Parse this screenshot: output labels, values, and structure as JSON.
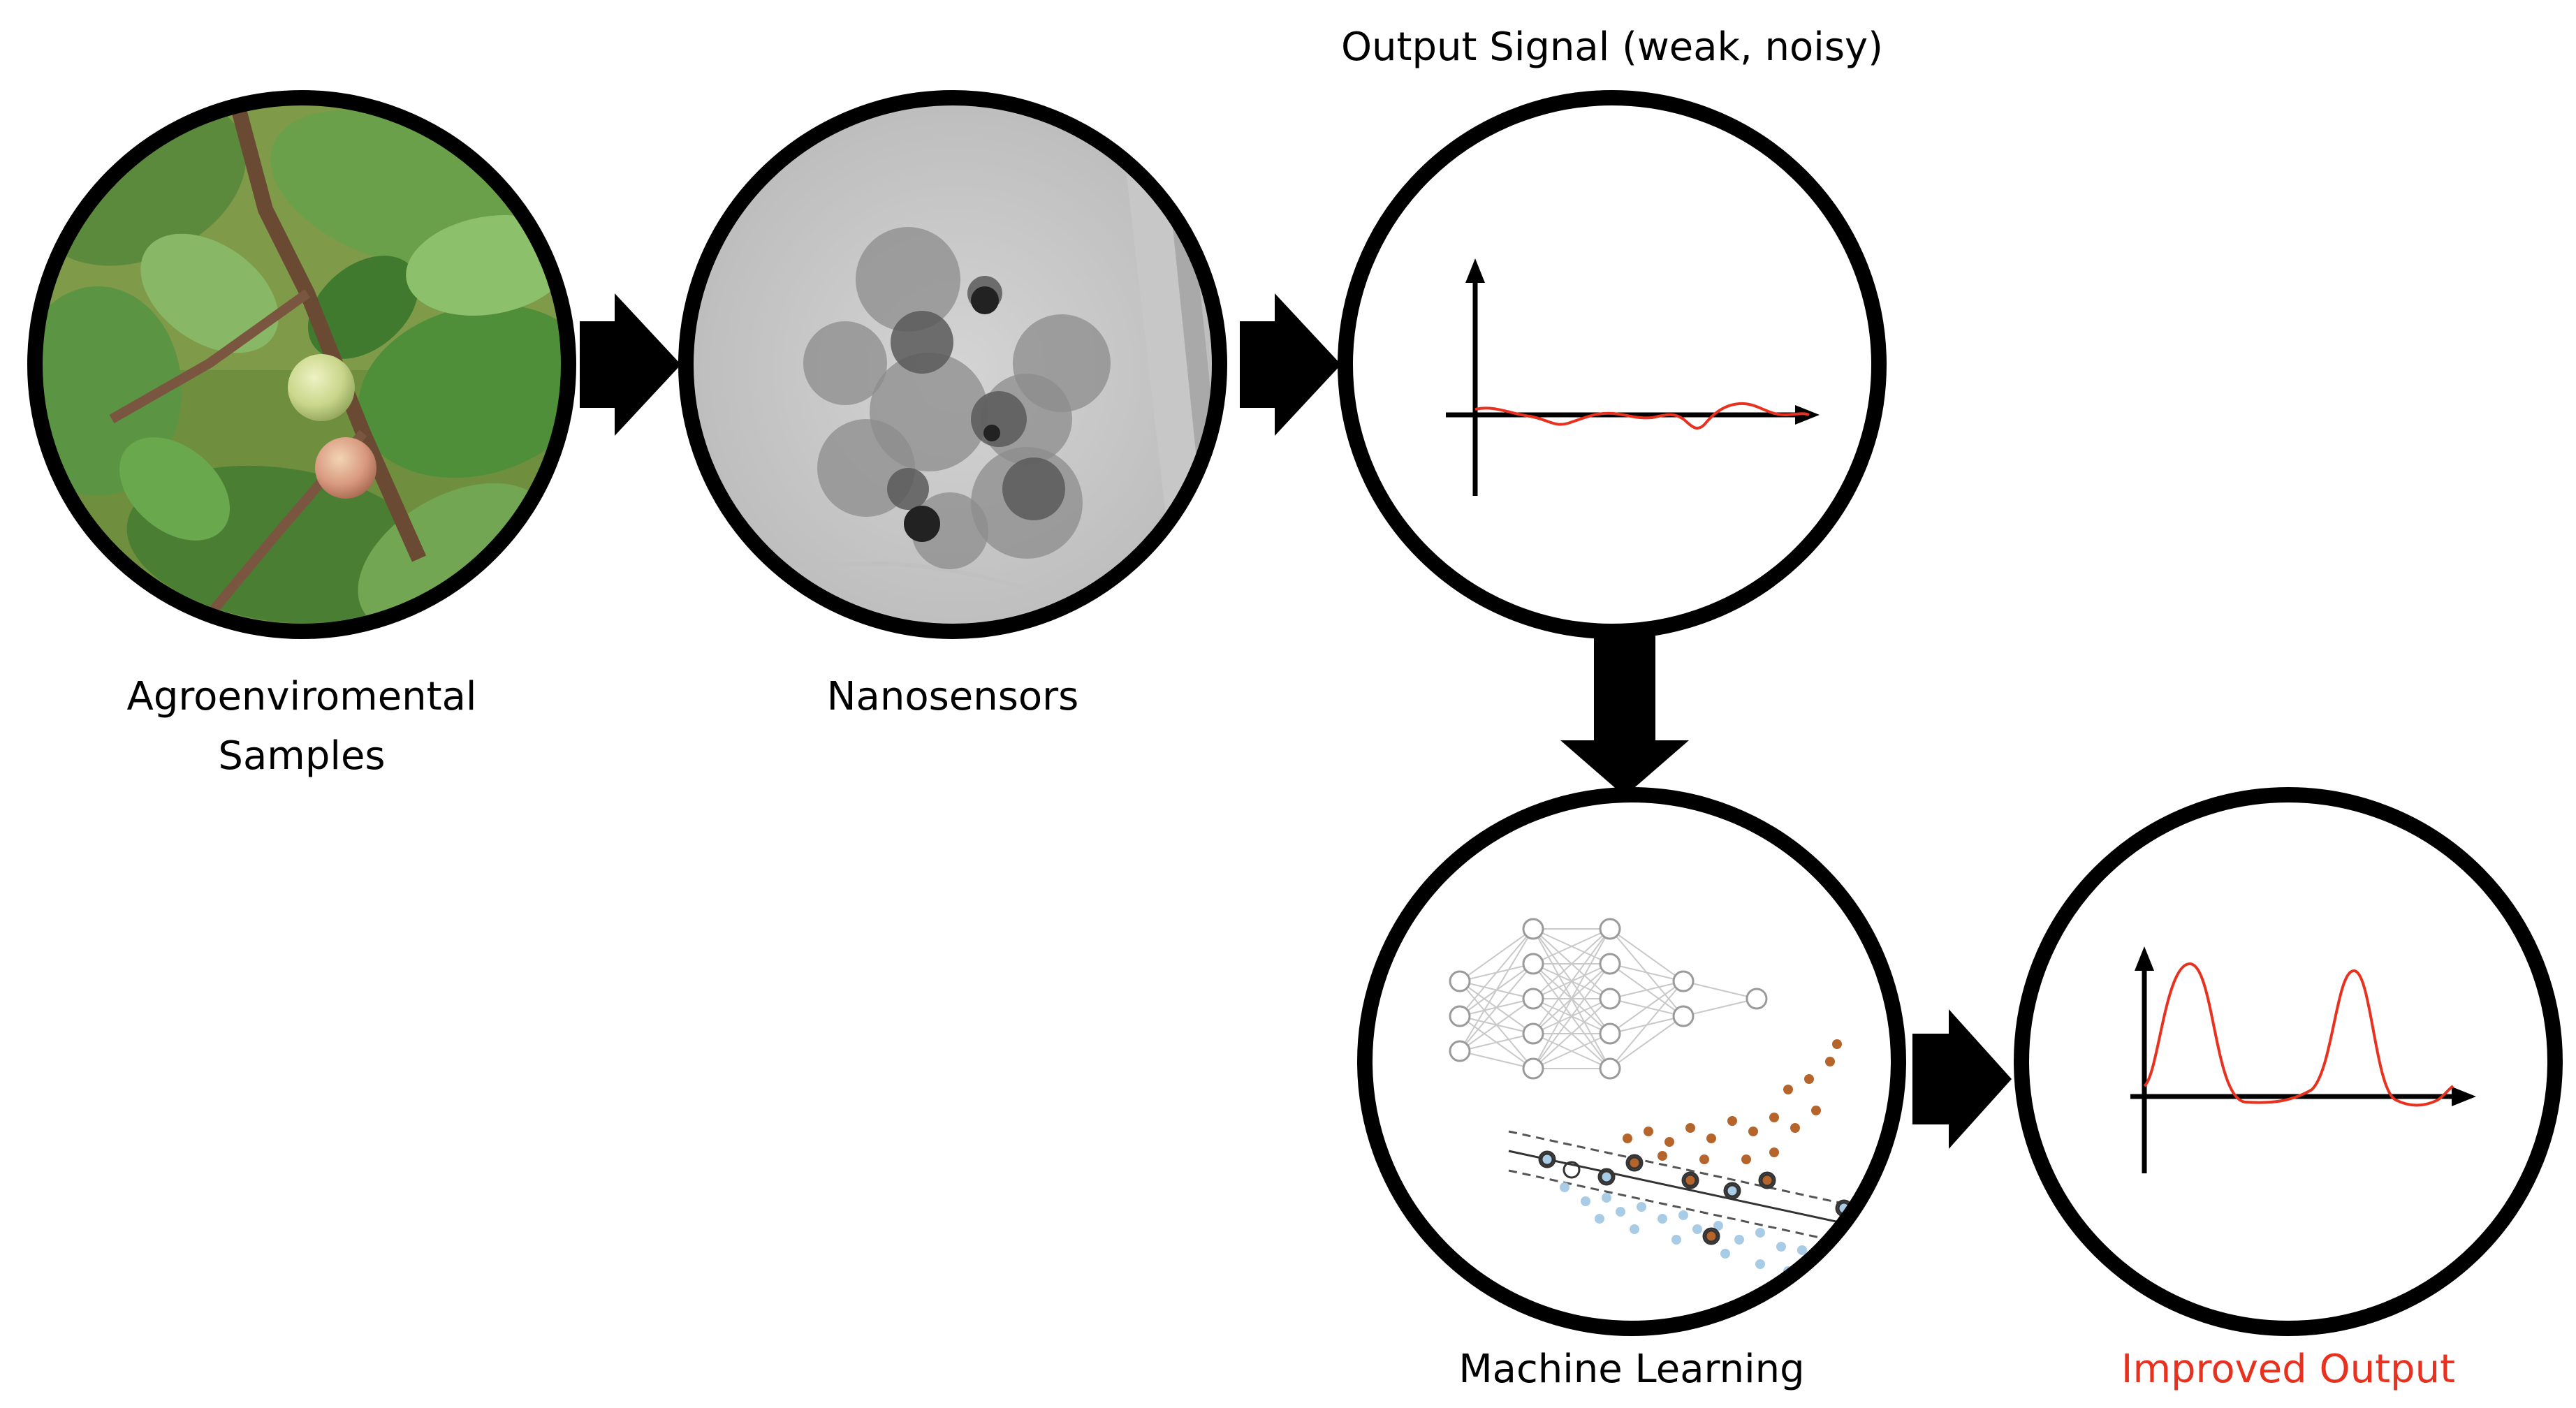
{
  "labels": {
    "agro_line1": "Agroenviromental",
    "agro_line2": "Samples",
    "nano": "Nanosensors",
    "output_signal": "Output Signal (weak, noisy)",
    "ml": "Machine Learning",
    "improved": "Improved Output"
  },
  "colors": {
    "circle_stroke": "#000000",
    "signal_line": "#e8311f",
    "improved_text": "#e8311f",
    "scatter_brown": "#b5652b",
    "scatter_blue": "#a8cbe6",
    "leaf_green": "#4f8f3a",
    "tem_gray": "#9a9a9a"
  },
  "icons": {
    "flow_arrow": "arrow-right-icon",
    "flow_arrow_down": "arrow-down-icon"
  }
}
